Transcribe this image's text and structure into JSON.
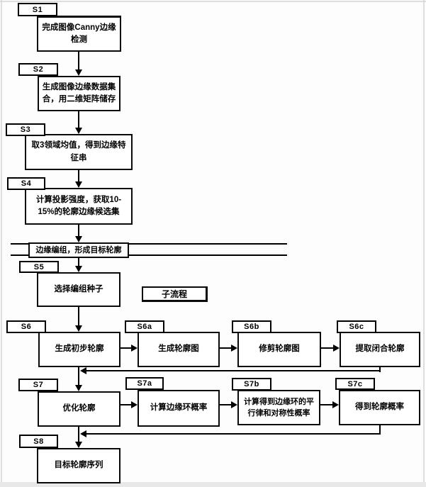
{
  "page": {
    "background": "#fdfdfd",
    "line_color": "#000000",
    "frame_color": "#dedede"
  },
  "flowchart": {
    "tags": {
      "s1": "S1",
      "s2": "S2",
      "s3": "S3",
      "s4": "S4",
      "s5": "S5",
      "s6": "S6",
      "s6a": "S6a",
      "s6b": "S6b",
      "s6c": "S6c",
      "s7": "S7",
      "s7a": "S7a",
      "s7b": "S7b",
      "s7c": "S7c",
      "s8": "S8"
    },
    "steps": {
      "s1": "完成图像Canny边缘检测",
      "s2": "生成图像边缘数据集合，用二维矩阵储存",
      "s3": "取3领域均值，得到边缘特征串",
      "s4": "计算投影强度，获取10-15%的轮廓边缘候选集",
      "grouping_band": "边缘编组，形成目标轮廓",
      "s5": "选择编组种子",
      "subprocess": "子流程",
      "s6": "生成初步轮廓",
      "s6a": "生成轮廓图",
      "s6b": "修剪轮廓图",
      "s6c": "提取闭合轮廓",
      "s7": "优化轮廓",
      "s7a": "计算边缘环概率",
      "s7b": "计算得到边缘环的平行律和对称性概率",
      "s7c": "得到轮廓概率",
      "s8": "目标轮廓序列"
    }
  }
}
